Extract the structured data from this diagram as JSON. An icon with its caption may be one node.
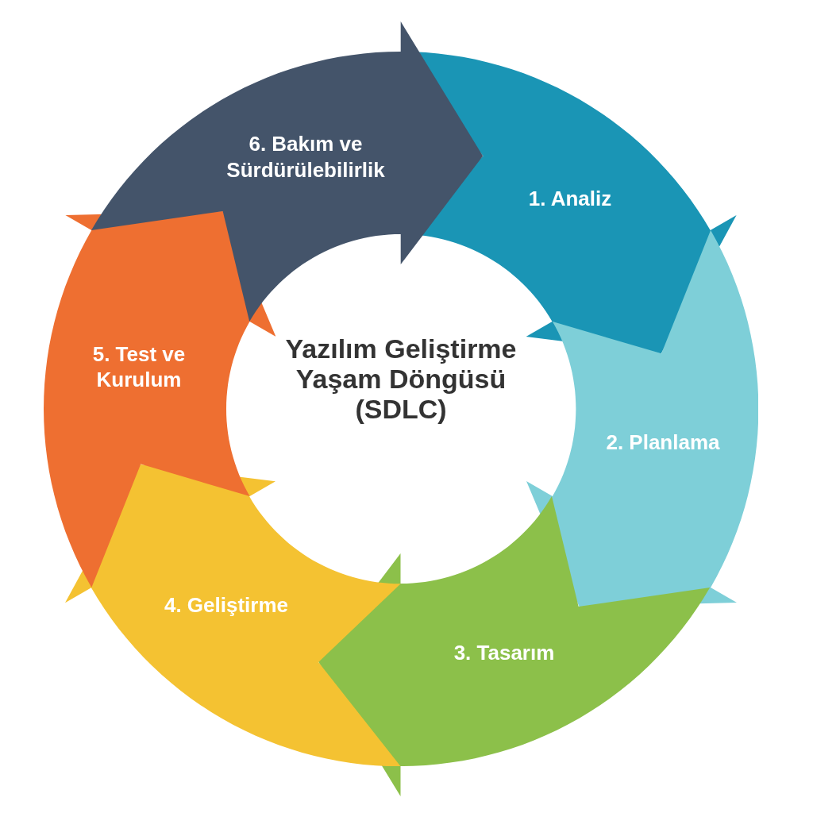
{
  "diagram": {
    "title": "Yazılım Geliştirme Yaşam Döngüsü (SDLC)",
    "nodes": [
      {
        "text": [
          "1. Analiz"
        ]
      },
      {
        "text": [
          "2. Planlama"
        ]
      },
      {
        "text": [
          "3. Tasarım"
        ]
      },
      {
        "text": [
          "4. Geliştirme"
        ]
      },
      {
        "text": [
          "5. Test ve Kurulum"
        ]
      },
      {
        "text": [
          "6. Bakım ve Sürdürülebilirlik"
        ]
      }
    ]
  }
}
